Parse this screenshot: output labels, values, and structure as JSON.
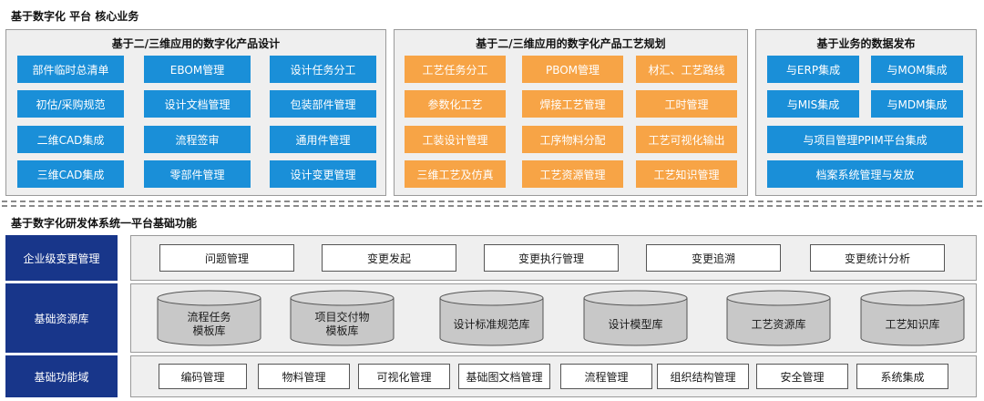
{
  "top_section": {
    "title": "基于数字化 平台   核心业务",
    "panels": [
      {
        "title": "基于二/三维应用的数字化产品设计",
        "color": "#1a8fd8",
        "items": [
          "部件临时总清单",
          "EBOM管理",
          "设计任务分工",
          "初估/采购规范",
          "设计文档管理",
          "包装部件管理",
          "二维CAD集成",
          "流程签审",
          "通用件管理",
          "三维CAD集成",
          "零部件管理",
          "设计变更管理"
        ]
      },
      {
        "title": "基于二/三维应用的数字化产品工艺规划",
        "color": "#f7a446",
        "items": [
          "工艺任务分工",
          "PBOM管理",
          "材汇、工艺路线",
          "参数化工艺",
          "焊接工艺管理",
          "工时管理",
          "工装设计管理",
          "工序物料分配",
          "工艺可视化输出",
          "三维工艺及仿真",
          "工艺资源管理",
          "工艺知识管理"
        ]
      },
      {
        "title": "基于业务的数据发布",
        "color": "#1a8fd8",
        "items": [
          "与ERP集成",
          "与MOM集成",
          "与MIS集成",
          "与MDM集成",
          "与项目管理PPIM平台集成",
          "档案系统管理与发放"
        ]
      }
    ]
  },
  "platform_section": {
    "title": "基于数字化研发体系统一平台基础功能",
    "rows": [
      {
        "label": "企业级变更管理",
        "items": [
          "问题管理",
          "变更发起",
          "变更执行管理",
          "变更追溯",
          "变更统计分析"
        ]
      },
      {
        "label": "基础资源库",
        "items": [
          "流程任务\n模板库",
          "项目交付物\n模板库",
          "设计标准规范库",
          "设计模型库",
          "工艺资源库",
          "工艺知识库"
        ]
      },
      {
        "label": "基础功能域",
        "items": [
          "编码管理",
          "物料管理",
          "可视化管理",
          "基础图文档管理",
          "流程管理",
          "组织结构管理",
          "安全管理",
          "系统集成"
        ]
      }
    ]
  }
}
